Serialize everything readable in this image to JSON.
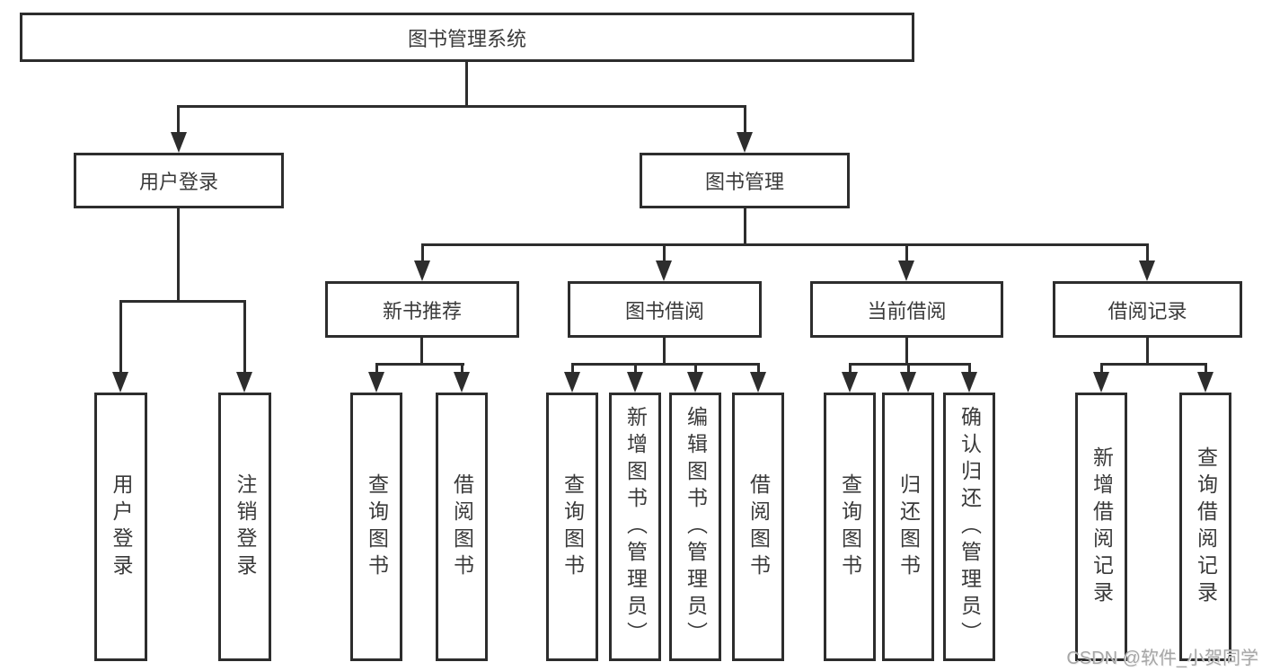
{
  "diagram": {
    "title": "图书管理系统",
    "branches": [
      {
        "label": "用户登录",
        "children": [
          {
            "label": "用户登录"
          },
          {
            "label": "注销登录"
          }
        ]
      },
      {
        "label": "图书管理",
        "children": [
          {
            "label": "新书推荐",
            "children": [
              {
                "label": "查询图书"
              },
              {
                "label": "借阅图书"
              }
            ]
          },
          {
            "label": "图书借阅",
            "children": [
              {
                "label": "查询图书"
              },
              {
                "label": "新增图书（管理员）"
              },
              {
                "label": "编辑图书（管理员）"
              },
              {
                "label": "借阅图书"
              }
            ]
          },
          {
            "label": "当前借阅",
            "children": [
              {
                "label": "查询图书"
              },
              {
                "label": "归还图书"
              },
              {
                "label": "确认归还（管理员）"
              }
            ]
          },
          {
            "label": "借阅记录",
            "children": [
              {
                "label": "新增借阅记录"
              },
              {
                "label": "查询借阅记录"
              }
            ]
          }
        ]
      }
    ]
  },
  "watermark": "CSDN @软件_小贺同学",
  "colors": {
    "line": "#2d2d2d",
    "text": "#3a3a3a",
    "watermark": "#a6a6a6",
    "background": "#ffffff"
  }
}
